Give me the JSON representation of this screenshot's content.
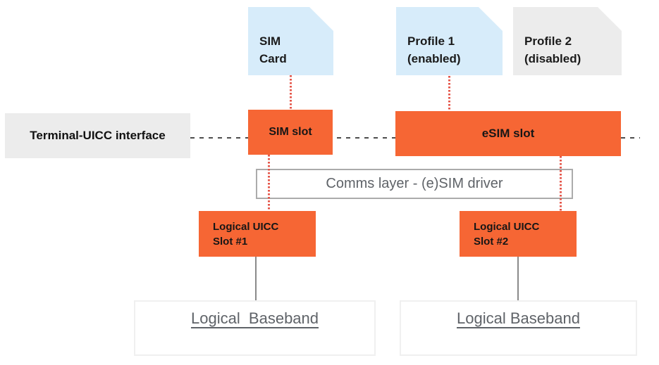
{
  "nodes": {
    "sim_card": {
      "label": "SIM\nCard"
    },
    "profile_1": {
      "label": "Profile 1\n(enabled)"
    },
    "profile_2": {
      "label": "Profile 2\n(disabled)"
    },
    "terminal_uicc_interface": {
      "label": "Terminal-UICC interface"
    },
    "sim_slot": {
      "label": "SIM slot"
    },
    "esim_slot": {
      "label": "eSIM slot"
    },
    "comms_layer": {
      "label": "Comms layer - (e)SIM driver"
    },
    "logical_uicc_slot_1": {
      "label": "Logical UICC\nSlot #1"
    },
    "logical_uicc_slot_2": {
      "label": "Logical UICC\nSlot #2"
    },
    "logical_baseband_1": {
      "label": "Logical  Baseband"
    },
    "logical_baseband_2": {
      "label": "Logical Baseband"
    }
  },
  "colors": {
    "slot_orange": "#f66634",
    "card_blue": "#d7ecfa",
    "panel_gray": "#ececec",
    "dotted_connector_red": "#e5564a",
    "solid_connector_gray": "#8a8a8a",
    "dashed_interface_line": "#4d4d4d",
    "muted_text": "#5f6368"
  }
}
